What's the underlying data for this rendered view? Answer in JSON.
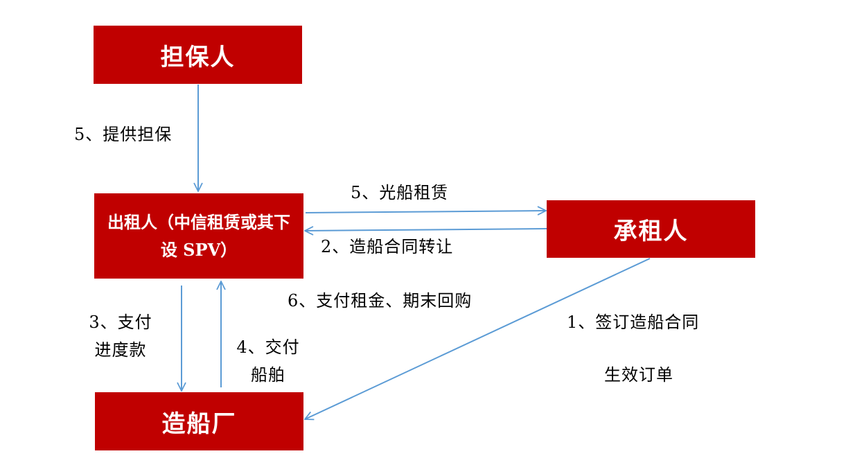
{
  "nodes": {
    "guarantor": "担保人",
    "lessor": "出租人（中信租赁或其下设 SPV）",
    "lessee": "承租人",
    "shipyard": "造船厂"
  },
  "edges": {
    "guarantee": "5、提供担保",
    "bareboat": "5、光船租赁",
    "transfer": "2、造船合同转让",
    "rent": "6、支付租金、期末回购",
    "progress_line1": "3、支付",
    "progress_line2": "进度款",
    "deliver_line1": "4、交付",
    "deliver_line2": "船舶",
    "sign_contract": "1、签订造船合同",
    "order_effective": "生效订单"
  },
  "colors": {
    "box_fill": "#c00000",
    "box_text": "#ffffff",
    "arrow": "#5b9bd5"
  }
}
